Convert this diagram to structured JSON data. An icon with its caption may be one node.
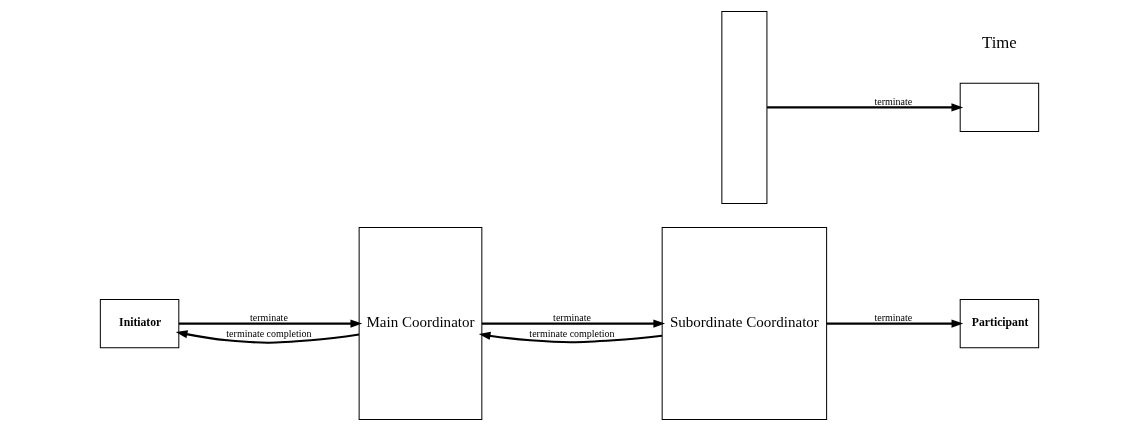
{
  "diagram": {
    "nodes": [
      {
        "text": [
          "Initiator"
        ]
      },
      {
        "text": [
          "Main Coordinator"
        ]
      },
      {
        "text": [],
        "shape": "box"
      },
      {
        "text": [
          "Subordinate Coordinator"
        ]
      },
      {
        "text": [],
        "shape": "box"
      },
      {
        "text": [
          "Participant"
        ]
      }
    ],
    "edges": [
      {
        "from": 0,
        "to": 1,
        "arrow": "to",
        "label": "terminate"
      },
      {
        "from": 1,
        "to": 0,
        "arrow": "to",
        "label": "terminate completion"
      },
      {
        "from": 1,
        "to": 3,
        "arrow": "to",
        "label": "terminate"
      },
      {
        "from": 3,
        "to": 1,
        "arrow": "to",
        "label": "terminate completion"
      },
      {
        "from": 2,
        "to": 4,
        "arrow": "to",
        "label": "terminate"
      },
      {
        "from": 3,
        "to": 5,
        "arrow": "to",
        "label": "terminate"
      }
    ],
    "labels": [
      "Time"
    ]
  }
}
